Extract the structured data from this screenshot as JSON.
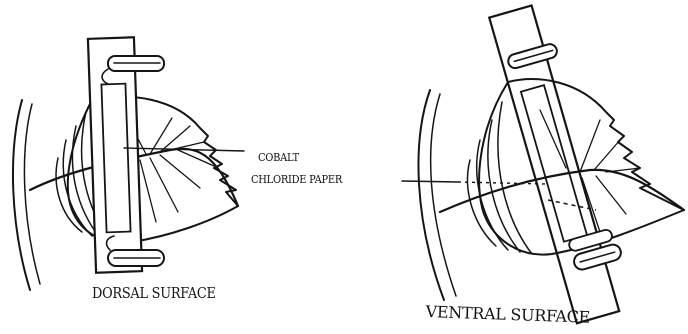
{
  "figure": {
    "left_label": "DORSAL SURFACE",
    "right_label": "VENTRAL SURFACE",
    "callout": {
      "line1": "COBALT",
      "line2": "CHLORIDE PAPER"
    }
  },
  "colors": {
    "ink": "#151515",
    "background": "#ffffff"
  }
}
